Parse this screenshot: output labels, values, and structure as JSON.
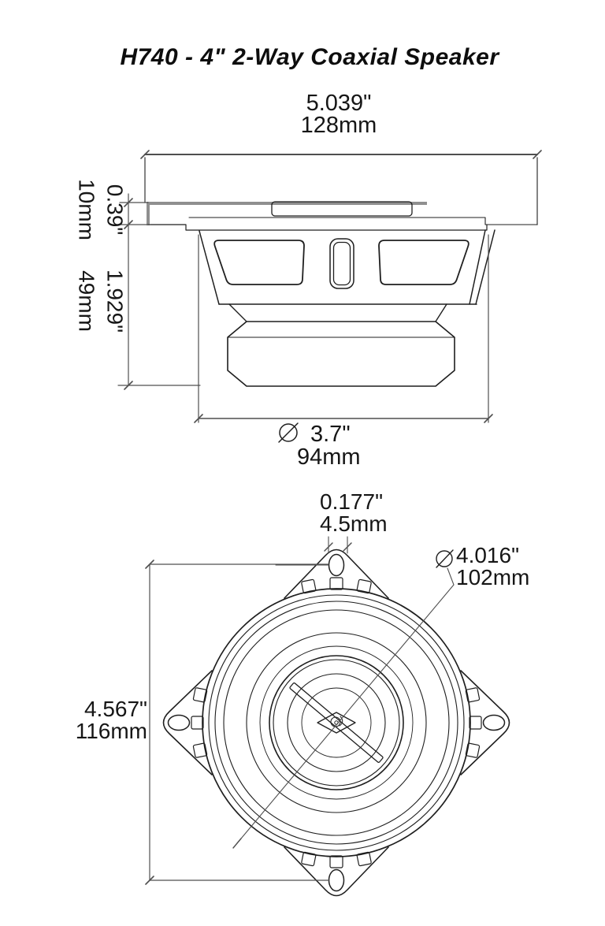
{
  "title": "H740 - 4\" 2-Way Coaxial Speaker",
  "symbols": {
    "diameter": "circle-with-slash"
  },
  "side_view": {
    "overall_width": {
      "inches": "5.039\"",
      "mm": "128mm"
    },
    "grille_protrusion": {
      "inches": "0.39\"",
      "mm": "10mm"
    },
    "mounting_depth": {
      "inches": "1.929\"",
      "mm": "49mm"
    },
    "rear_diameter": {
      "inches": "3.7\"",
      "mm": "94mm"
    }
  },
  "front_view": {
    "mounting_hole": {
      "inches": "0.177\"",
      "mm": "4.5mm"
    },
    "cutout_diameter": {
      "inches": "4.016\"",
      "mm": "102mm"
    },
    "overall_height": {
      "inches": "4.567\"",
      "mm": "116mm"
    }
  }
}
